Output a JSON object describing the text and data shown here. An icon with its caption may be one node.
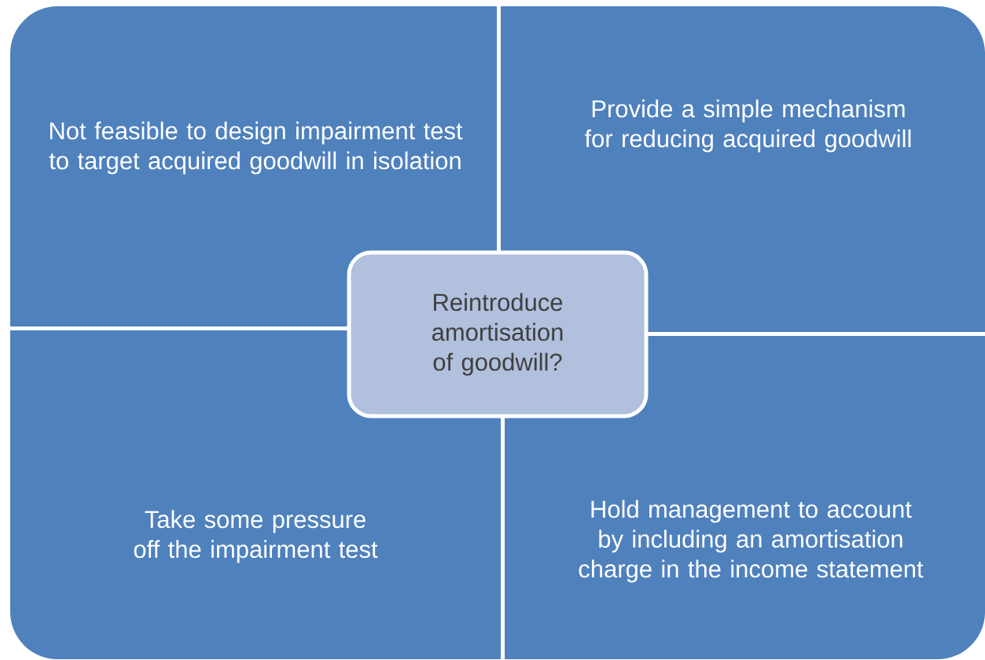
{
  "diagram": {
    "nodes": [
      {
        "text": [
          "Not feasible to design impairment test to target acquired goodwill in isolation"
        ]
      },
      {
        "text": [
          "Provide a simple mechanism for reducing acquired goodwill"
        ]
      },
      {
        "text": [
          "Reintroduce amortisation of goodwill?"
        ]
      },
      {
        "text": [
          "Take some pressure off the impairment test"
        ]
      },
      {
        "text": [
          "Hold management to account by including an amortisation charge in the income statement"
        ]
      }
    ]
  }
}
